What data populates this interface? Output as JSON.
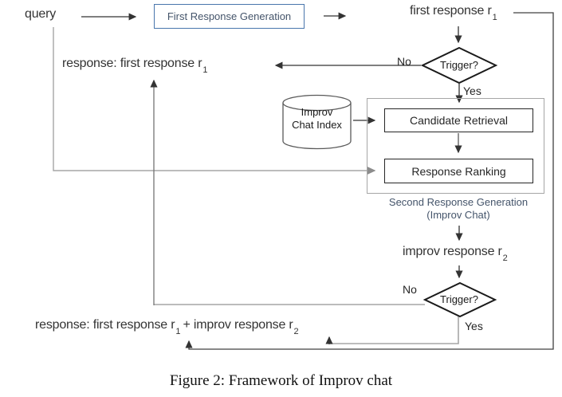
{
  "diagram": {
    "query_label": "query",
    "frg_box_label": "First Response Generation",
    "first_response": {
      "text": "first response r",
      "sub": "1"
    },
    "trigger1": {
      "label": "Trigger?",
      "no": "No",
      "yes": "Yes"
    },
    "response_first": {
      "p1": "response: first response r",
      "s1": "1"
    },
    "index_db": {
      "line1": "Improv",
      "line2": "Chat Index"
    },
    "candidate_retrieval_label": "Candidate Retrieval",
    "response_ranking_label": "Response Ranking",
    "srg_label": {
      "line1": "Second Response Generation",
      "line2": "(Improv Chat)"
    },
    "improv_response": {
      "text": "improv response r",
      "sub": "2"
    },
    "trigger2": {
      "label": "Trigger?",
      "no": "No",
      "yes": "Yes"
    },
    "response_combined": {
      "p1": "response: first response r",
      "s1": "1",
      "p2": " + improv response r",
      "s2": "2"
    }
  },
  "caption": "Figure 2: Framework of Improv chat",
  "colors": {
    "frg_border": "#4976AC",
    "frg_text": "#44546A",
    "srg_text": "#44546A",
    "gray_line": "#A6A6A6",
    "dark_line": "#404040",
    "diamond_border": "#1A1A1A"
  }
}
